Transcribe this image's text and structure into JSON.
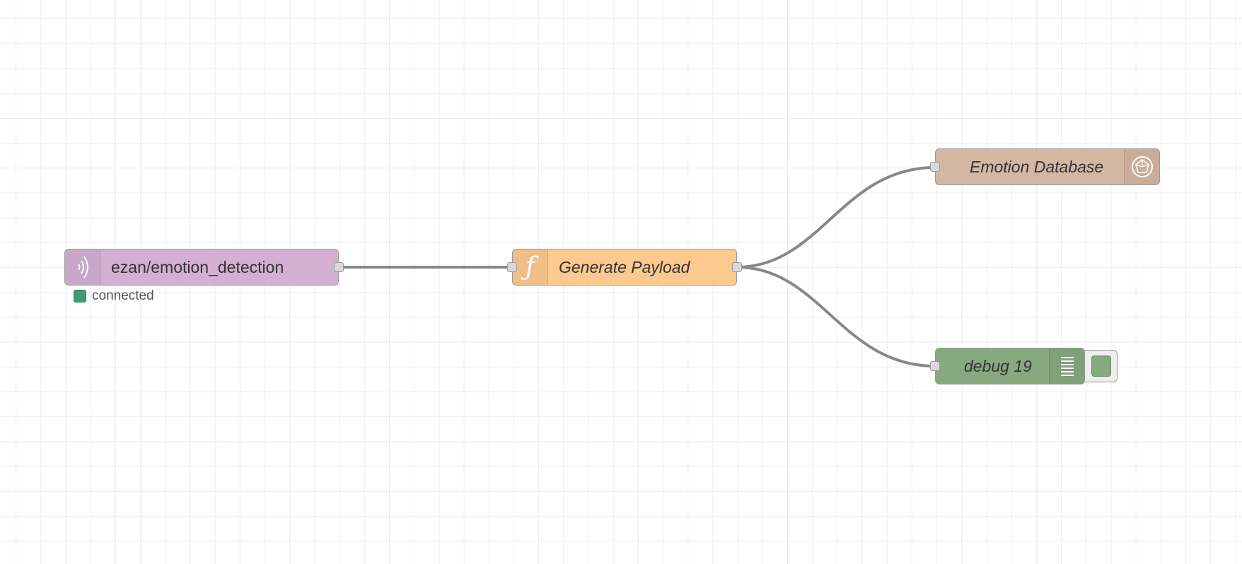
{
  "colors": {
    "mqtt_node": "#d3b0d3",
    "function_node": "#fdc98e",
    "database_node": "#d4b7a2",
    "debug_node": "#87a980",
    "wire": "#888888",
    "status_connected": "#3f9c75"
  },
  "nodes": {
    "mqtt_in": {
      "label": "ezan/emotion_detection",
      "icon": "bridge-icon",
      "status": "connected"
    },
    "function": {
      "label": "Generate Payload",
      "icon": "function-icon"
    },
    "database": {
      "label": "Emotion Database",
      "icon": "database-icon"
    },
    "debug": {
      "label": "debug 19",
      "icon": "debug-list-icon"
    }
  }
}
